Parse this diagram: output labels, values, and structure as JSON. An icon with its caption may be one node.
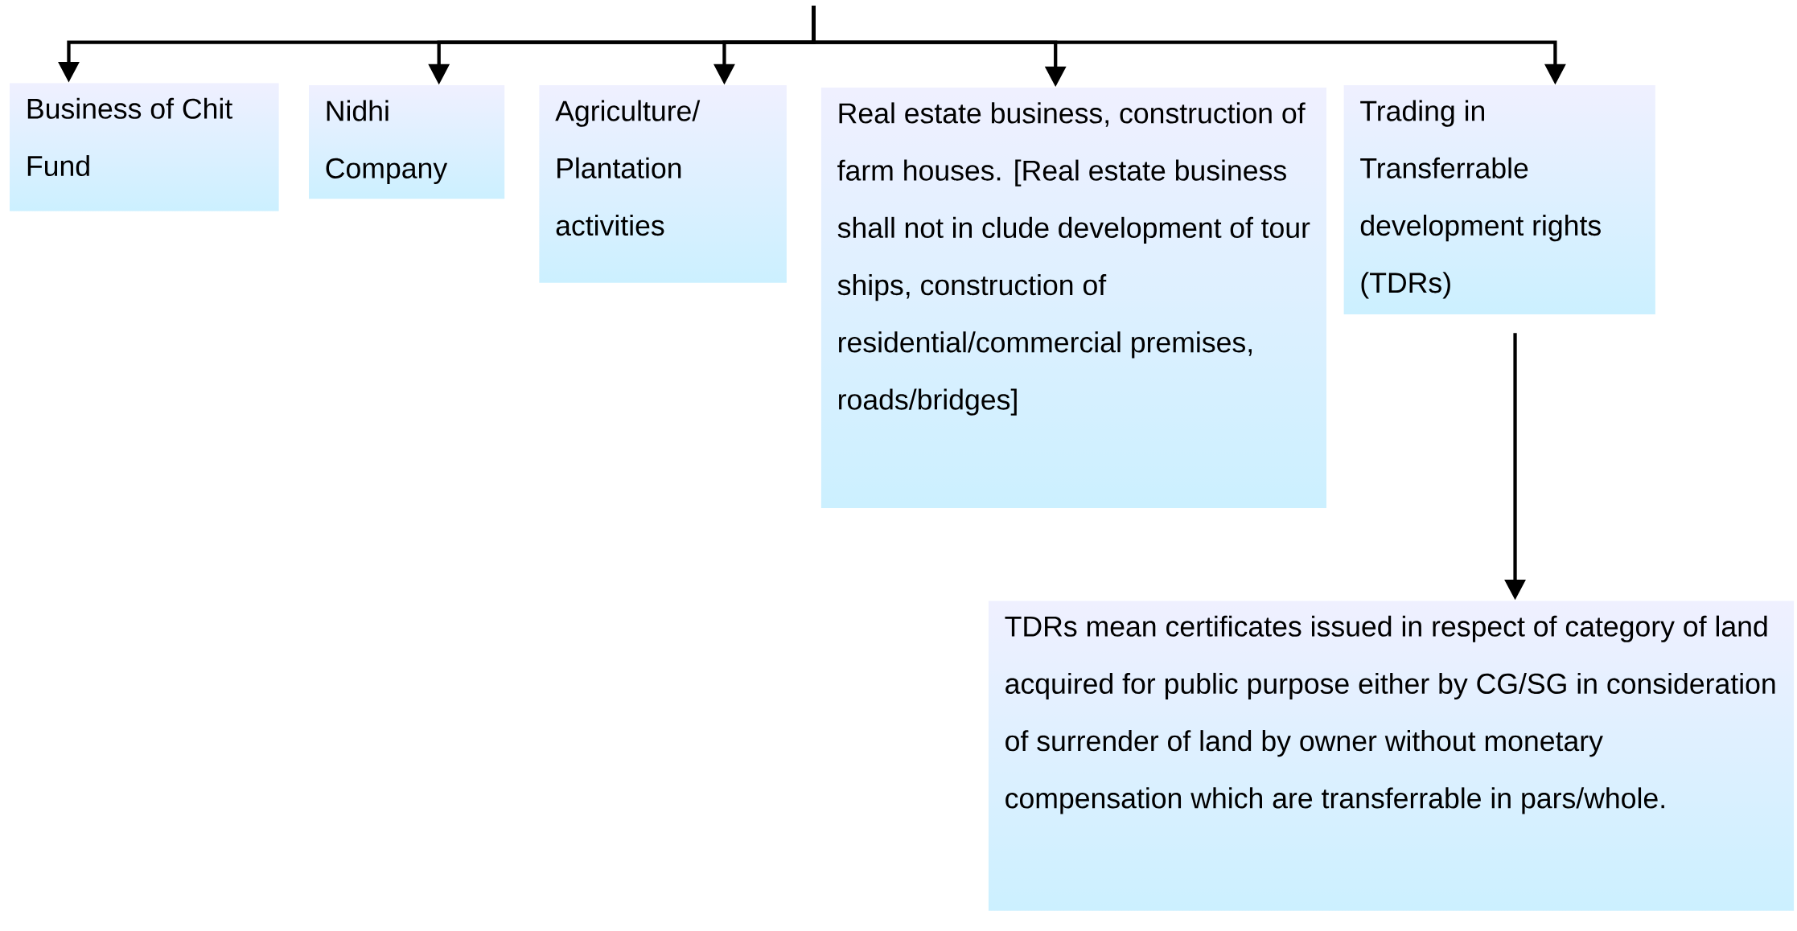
{
  "diagram": {
    "nodes": [
      {
        "text": [
          "Business of Chit Fund"
        ]
      },
      {
        "text": [
          "Nidhi Company"
        ]
      },
      {
        "text": [
          "Agriculture/ Plantation activities"
        ]
      },
      {
        "text": [
          "Real estate business, construction of farm houses. [Real estate business shall not in clude development of tour ships, construction of residential/commercial premises, roads/bridges]"
        ]
      },
      {
        "text": [
          "Trading in Transferrable development rights (TDRs)"
        ]
      },
      {
        "text": [
          "TDRs mean certificates issued in respect of category of land acquired for public purpose either by CG/SG in consideration of surrender of land by owner without monetary compensation which are transferrable in pars/whole."
        ]
      }
    ],
    "edges": [
      {
        "from": null,
        "to": 0,
        "arrow": "to"
      },
      {
        "from": null,
        "to": 1,
        "arrow": "to"
      },
      {
        "from": null,
        "to": 2,
        "arrow": "to"
      },
      {
        "from": null,
        "to": 3,
        "arrow": "to"
      },
      {
        "from": null,
        "to": 4,
        "arrow": "to"
      },
      {
        "from": 4,
        "to": 5,
        "arrow": "to"
      }
    ]
  }
}
